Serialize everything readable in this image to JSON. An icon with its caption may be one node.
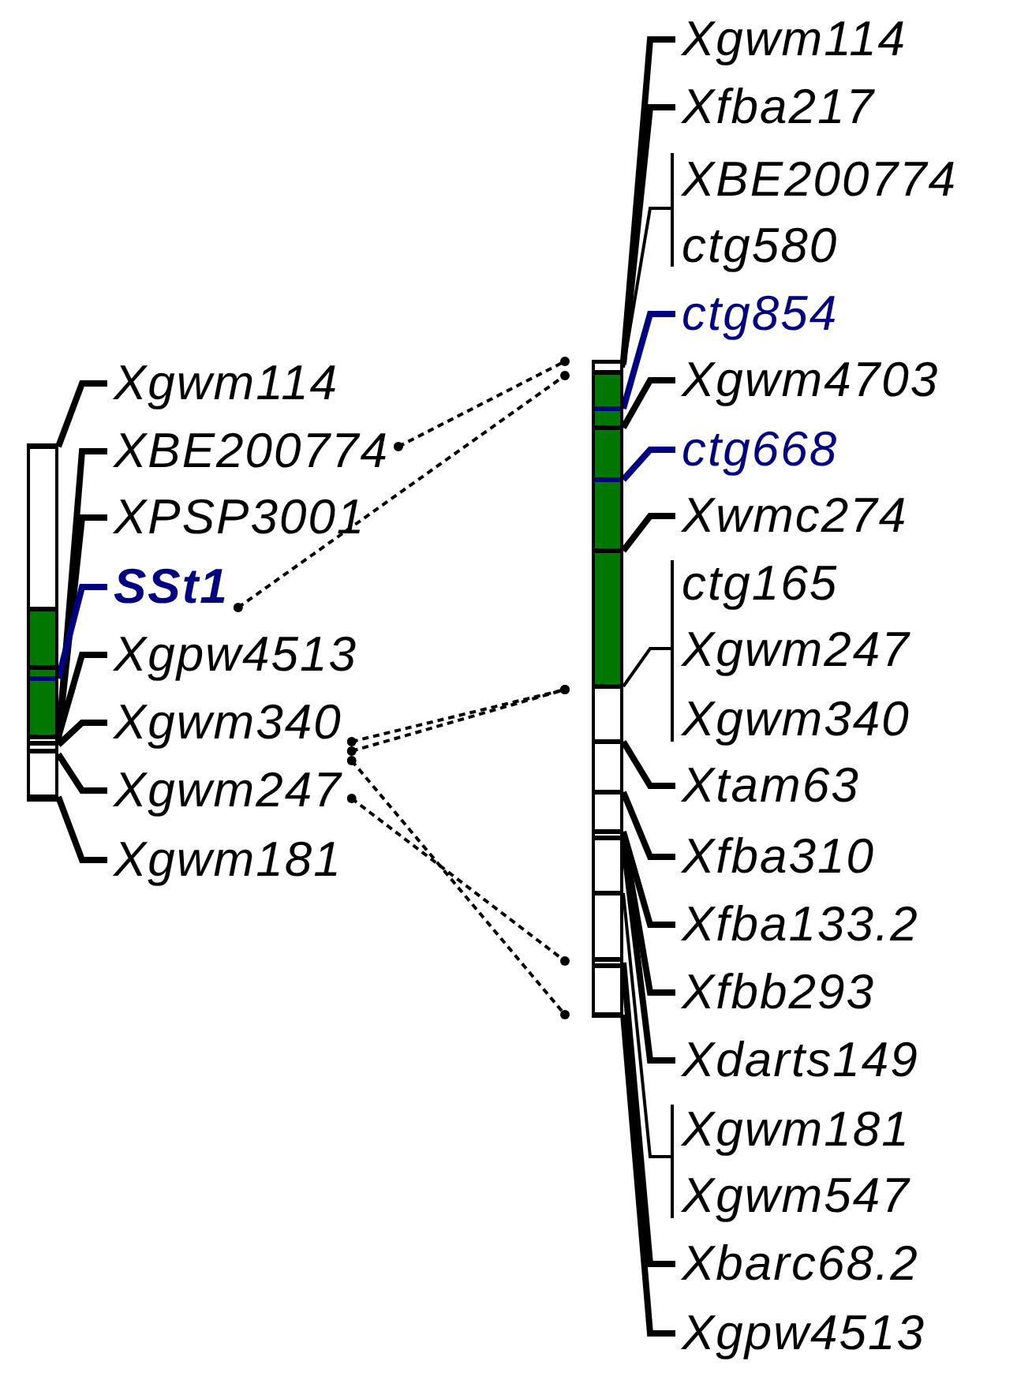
{
  "diagram": {
    "nodes": [
      {
        "text": [],
        "shape": "bar"
      },
      {
        "text": [
          "Xgwm114"
        ]
      },
      {
        "text": [
          "XBE200774"
        ]
      },
      {
        "text": [
          "XPSP3001"
        ]
      },
      {
        "text": [
          "SSt1"
        ]
      },
      {
        "text": [
          "Xgpw4513"
        ]
      },
      {
        "text": [
          "Xgwm340"
        ]
      },
      {
        "text": [
          "Xgwm247"
        ]
      },
      {
        "text": [
          "Xgwm181"
        ]
      },
      {
        "text": [],
        "shape": "bar"
      },
      {
        "text": [
          "Xgwm114"
        ]
      },
      {
        "text": [
          "Xfba217"
        ]
      },
      {
        "text": [
          "XBE200774"
        ]
      },
      {
        "text": [
          "ctg580"
        ]
      },
      {
        "text": [
          "ctg854"
        ]
      },
      {
        "text": [
          "Xgwm4703"
        ]
      },
      {
        "text": [
          "ctg668"
        ]
      },
      {
        "text": [
          "Xwmc274"
        ]
      },
      {
        "text": [
          "ctg165"
        ]
      },
      {
        "text": [
          "Xgwm247"
        ]
      },
      {
        "text": [
          "Xgwm340"
        ]
      },
      {
        "text": [
          "Xtam63"
        ]
      },
      {
        "text": [
          "Xfba310"
        ]
      },
      {
        "text": [
          "Xfba133.2"
        ]
      },
      {
        "text": [
          "Xfbb293"
        ]
      },
      {
        "text": [
          "Xdarts149"
        ]
      },
      {
        "text": [
          "Xgwm181"
        ]
      },
      {
        "text": [
          "Xgwm547"
        ]
      },
      {
        "text": [
          "Xbarc68.2"
        ]
      },
      {
        "text": [
          "Xgpw4513"
        ]
      }
    ],
    "edges": [
      {
        "from": 1,
        "to": 0,
        "arrow": "none"
      },
      {
        "from": 2,
        "to": 0,
        "arrow": "none"
      },
      {
        "from": 3,
        "to": 0,
        "arrow": "none"
      },
      {
        "from": 4,
        "to": 0,
        "arrow": "none",
        "color": "#000080"
      },
      {
        "from": 5,
        "to": 0,
        "arrow": "none"
      },
      {
        "from": 6,
        "to": 0,
        "arrow": "none"
      },
      {
        "from": 7,
        "to": 0,
        "arrow": "none"
      },
      {
        "from": 8,
        "to": 0,
        "arrow": "none"
      },
      {
        "from": 10,
        "to": 9,
        "arrow": "none"
      },
      {
        "from": 11,
        "to": 9,
        "arrow": "none"
      },
      {
        "from": 12,
        "to": 9,
        "arrow": "none"
      },
      {
        "from": 13,
        "to": 9,
        "arrow": "none"
      },
      {
        "from": 14,
        "to": 9,
        "arrow": "none",
        "color": "#000080"
      },
      {
        "from": 15,
        "to": 9,
        "arrow": "none"
      },
      {
        "from": 16,
        "to": 9,
        "arrow": "none",
        "color": "#000080"
      },
      {
        "from": 17,
        "to": 9,
        "arrow": "none"
      },
      {
        "from": 18,
        "to": 9,
        "arrow": "none"
      },
      {
        "from": 19,
        "to": 9,
        "arrow": "none"
      },
      {
        "from": 20,
        "to": 9,
        "arrow": "none"
      },
      {
        "from": 21,
        "to": 9,
        "arrow": "none"
      },
      {
        "from": 22,
        "to": 9,
        "arrow": "none"
      },
      {
        "from": 23,
        "to": 9,
        "arrow": "none"
      },
      {
        "from": 24,
        "to": 9,
        "arrow": "none"
      },
      {
        "from": 25,
        "to": 9,
        "arrow": "none"
      },
      {
        "from": 26,
        "to": 9,
        "arrow": "none"
      },
      {
        "from": 27,
        "to": 9,
        "arrow": "none"
      },
      {
        "from": 28,
        "to": 9,
        "arrow": "none"
      },
      {
        "from": 29,
        "to": 9,
        "arrow": "none"
      },
      {
        "from": 2,
        "to": 9,
        "arrow": "other",
        "style": "dashed"
      },
      {
        "from": 4,
        "to": 9,
        "arrow": "other",
        "style": "dashed"
      },
      {
        "from": 6,
        "to": 9,
        "arrow": "other",
        "style": "dashed"
      },
      {
        "from": 6,
        "to": 9,
        "arrow": "other",
        "style": "dashed"
      },
      {
        "from": 6,
        "to": 9,
        "arrow": "other",
        "style": "dashed"
      },
      {
        "from": 7,
        "to": 9,
        "arrow": "other",
        "style": "dashed"
      }
    ]
  }
}
